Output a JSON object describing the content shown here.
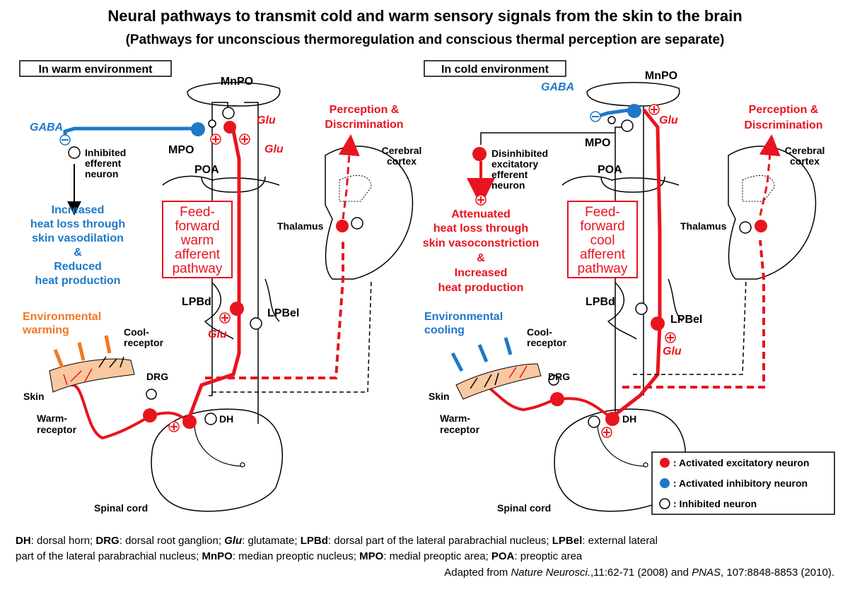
{
  "title": "Neural pathways to transmit cold and warm sensory signals from the skin to the brain",
  "subtitle": "(Pathways for unconscious thermoregulation and conscious thermal perception are separate)",
  "colors": {
    "excitatory": "#e8141e",
    "inhibitory": "#1e78c8",
    "warming": "#f07820"
  },
  "warm": {
    "env_label": "In warm environment",
    "mnpo": "MnPO",
    "mpo": "MPO",
    "poa": "POA",
    "gaba": "GABA",
    "glu1": "Glu",
    "glu2": "Glu",
    "glu3": "Glu",
    "inhibited": [
      "Inhibited",
      "efferent",
      "neuron"
    ],
    "response": [
      "Increased",
      "heat loss through",
      "skin vasodilation",
      "&",
      "Reduced",
      "heat production"
    ],
    "feed": [
      "Feed-",
      "forward",
      "warm",
      "afferent",
      "pathway"
    ],
    "perception": [
      "Perception &",
      "Discrimination"
    ],
    "cortex": [
      "Cerebral",
      "cortex"
    ],
    "thalamus": "Thalamus",
    "lpbd": "LPBd",
    "lpbel": "LPBel",
    "environment": [
      "Environmental",
      "warming"
    ],
    "cool_receptor": [
      "Cool-",
      "receptor"
    ],
    "warm_receptor": [
      "Warm-",
      "receptor"
    ],
    "skin": "Skin",
    "drg": "DRG",
    "dh": "DH",
    "spinal": "Spinal cord"
  },
  "cold": {
    "env_label": "In cold environment",
    "mnpo": "MnPO",
    "mpo": "MPO",
    "poa": "POA",
    "gaba": "GABA",
    "glu1": "Glu",
    "glu2": "Glu",
    "disinhibited": [
      "Disinhibited",
      "excitatory",
      "efferent",
      "neuron"
    ],
    "response": [
      "Attenuated",
      "heat loss through",
      "skin vasoconstriction",
      "&",
      "Increased",
      "heat production"
    ],
    "feed": [
      "Feed-",
      "forward",
      "cool",
      "afferent",
      "pathway"
    ],
    "perception": [
      "Perception &",
      "Discrimination"
    ],
    "cortex": [
      "Cerebral",
      "cortex"
    ],
    "thalamus": "Thalamus",
    "lpbd": "LPBd",
    "lpbel": "LPBel",
    "environment": [
      "Environmental",
      "cooling"
    ],
    "cool_receptor": [
      "Cool-",
      "receptor"
    ],
    "warm_receptor": [
      "Warm-",
      "receptor"
    ],
    "skin": "Skin",
    "drg": "DRG",
    "dh": "DH",
    "spinal": "Spinal cord"
  },
  "legend": {
    "excitatory": ": Activated excitatory neuron",
    "inhibitory": ": Activated inhibitory neuron",
    "inhibited": ": Inhibited neuron"
  },
  "footnote": {
    "line1": [
      {
        "b": "DH",
        "t": ": dorsal horn; "
      },
      {
        "b": "DRG",
        "t": ": dorsal root ganglion; "
      },
      {
        "b": "Glu",
        "t": ": glutamate; ",
        "i": true
      },
      {
        "b": "LPBd",
        "t": ": dorsal part of the lateral parabrachial nucleus; "
      },
      {
        "b": "LPBel",
        "t": ": external lateral"
      }
    ],
    "line2": [
      {
        "b": "",
        "t": "part of the lateral parabrachial nucleus; "
      },
      {
        "b": "MnPO",
        "t": ": median preoptic nucleus; "
      },
      {
        "b": "MPO",
        "t": ": medial preoptic area; "
      },
      {
        "b": "POA",
        "t": ": preoptic area"
      }
    ],
    "source_prefix": "Adapted from ",
    "source_journal1": "Nature Neurosci.",
    "source_mid": ",11:62-71 (2008) and ",
    "source_journal2": "PNAS",
    "source_end": ", 107:8848-8853 (2010)."
  }
}
